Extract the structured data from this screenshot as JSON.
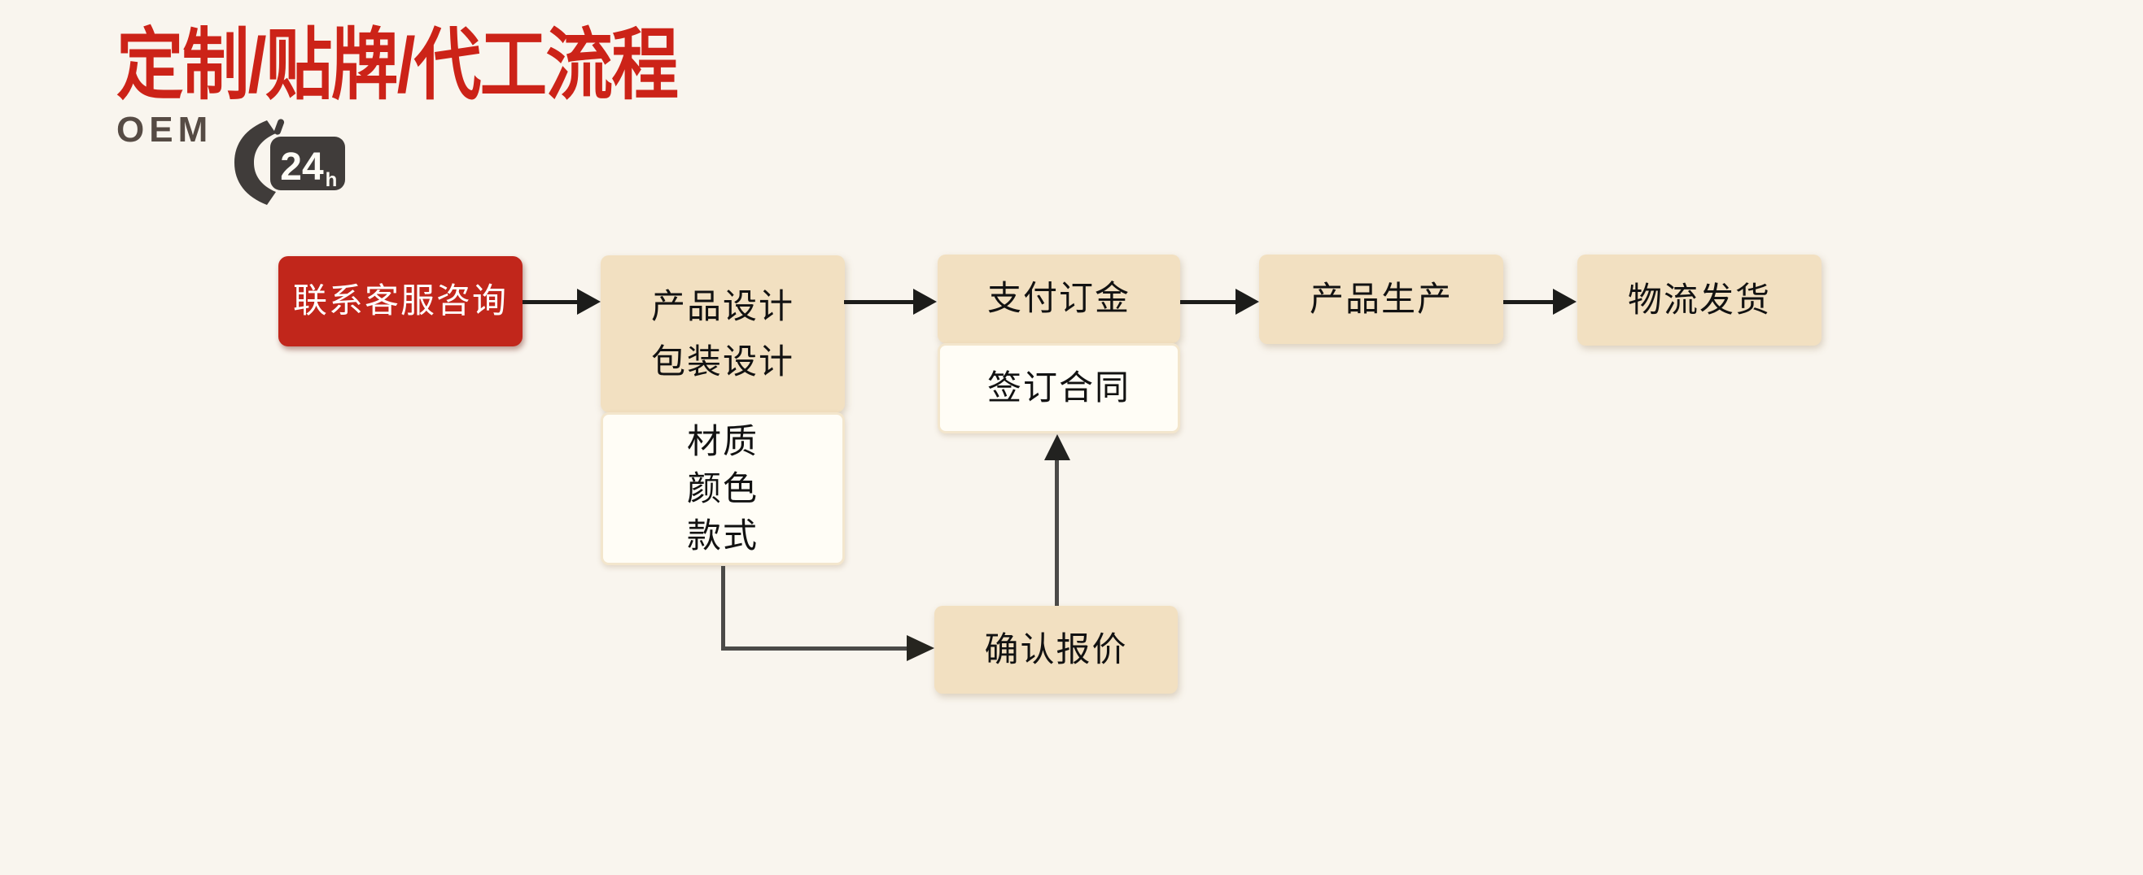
{
  "header": {
    "title": "定制/贴牌/代工流程",
    "subtitle": "OEM",
    "badge_number": "24",
    "badge_unit": "h"
  },
  "colors": {
    "background": "#f9f5ee",
    "title_red": "#cc2318",
    "node_red": "#c1261b",
    "node_beige": "#f2e0c1",
    "node_white": "#fffdf6",
    "white_border": "#f3e6cd",
    "arrow_black": "#1c1c1a",
    "arrow_gray": "#4b4a48"
  },
  "flow": {
    "nodes": {
      "contact": {
        "label": "联系客服咨询",
        "style": "red"
      },
      "design": {
        "lines": [
          "产品设计",
          "包装设计"
        ],
        "style": "beige"
      },
      "specs": {
        "lines": [
          "材质",
          "颜色",
          "款式"
        ],
        "style": "white"
      },
      "pay": {
        "label": "支付订金",
        "style": "beige"
      },
      "contract": {
        "label": "签订合同",
        "style": "white"
      },
      "produce": {
        "label": "产品生产",
        "style": "beige"
      },
      "ship": {
        "label": "物流发货",
        "style": "beige"
      },
      "quote": {
        "label": "确认报价",
        "style": "beige"
      }
    },
    "edges": [
      {
        "from": "contact",
        "to": "design",
        "shape": "straight-right"
      },
      {
        "from": "design",
        "to": "pay",
        "shape": "straight-right"
      },
      {
        "from": "pay",
        "to": "produce",
        "shape": "straight-right"
      },
      {
        "from": "produce",
        "to": "ship",
        "shape": "straight-right"
      },
      {
        "from": "specs",
        "to": "quote",
        "shape": "elbow-down-right"
      },
      {
        "from": "quote",
        "to": "contract",
        "shape": "straight-up"
      }
    ]
  }
}
